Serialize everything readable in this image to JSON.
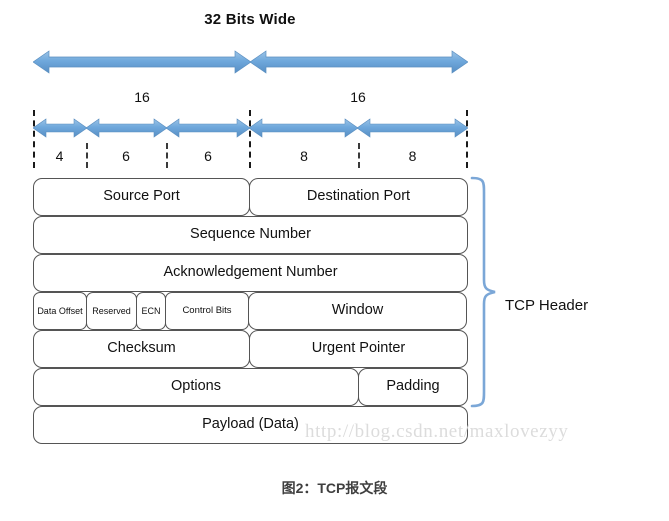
{
  "title": "32 Bits Wide",
  "halves": [
    {
      "label": "16"
    },
    {
      "label": "16"
    }
  ],
  "bit_groups": [
    {
      "label": "4",
      "bits": 4
    },
    {
      "label": "6",
      "bits": 6
    },
    {
      "label": "6",
      "bits": 6
    },
    {
      "label": "8",
      "bits": 8
    },
    {
      "label": "8",
      "bits": 8
    }
  ],
  "table": {
    "rows": [
      {
        "cells": [
          {
            "label": "Source Port"
          },
          {
            "label": "Destination Port"
          }
        ]
      },
      {
        "cells": [
          {
            "label": "Sequence Number"
          }
        ]
      },
      {
        "cells": [
          {
            "label": "Acknowledgement Number"
          }
        ]
      },
      {
        "cells": [
          {
            "label": "Data Offset"
          },
          {
            "label": "Reserved"
          },
          {
            "label": "ECN"
          },
          {
            "label": "Control Bits"
          },
          {
            "label": "Window"
          }
        ]
      },
      {
        "cells": [
          {
            "label": "Checksum"
          },
          {
            "label": "Urgent Pointer"
          }
        ]
      },
      {
        "cells": [
          {
            "label": "Options"
          },
          {
            "label": "Padding"
          }
        ]
      },
      {
        "cells": [
          {
            "label": "Payload (Data)"
          }
        ]
      }
    ]
  },
  "brace": {
    "label": "TCP Header"
  },
  "watermark": "http://blog.csdn.net/maxlovezyy",
  "caption": "图2：TCP报文段",
  "colors": {
    "arrow_fill": "#6fa8dc",
    "arrow_stroke": "#4a86c5",
    "brace": "#7ba7d7",
    "cell_border": "#555555",
    "text": "#111111",
    "watermark": "#dcdcdc",
    "caption": "#3f3f3f"
  }
}
